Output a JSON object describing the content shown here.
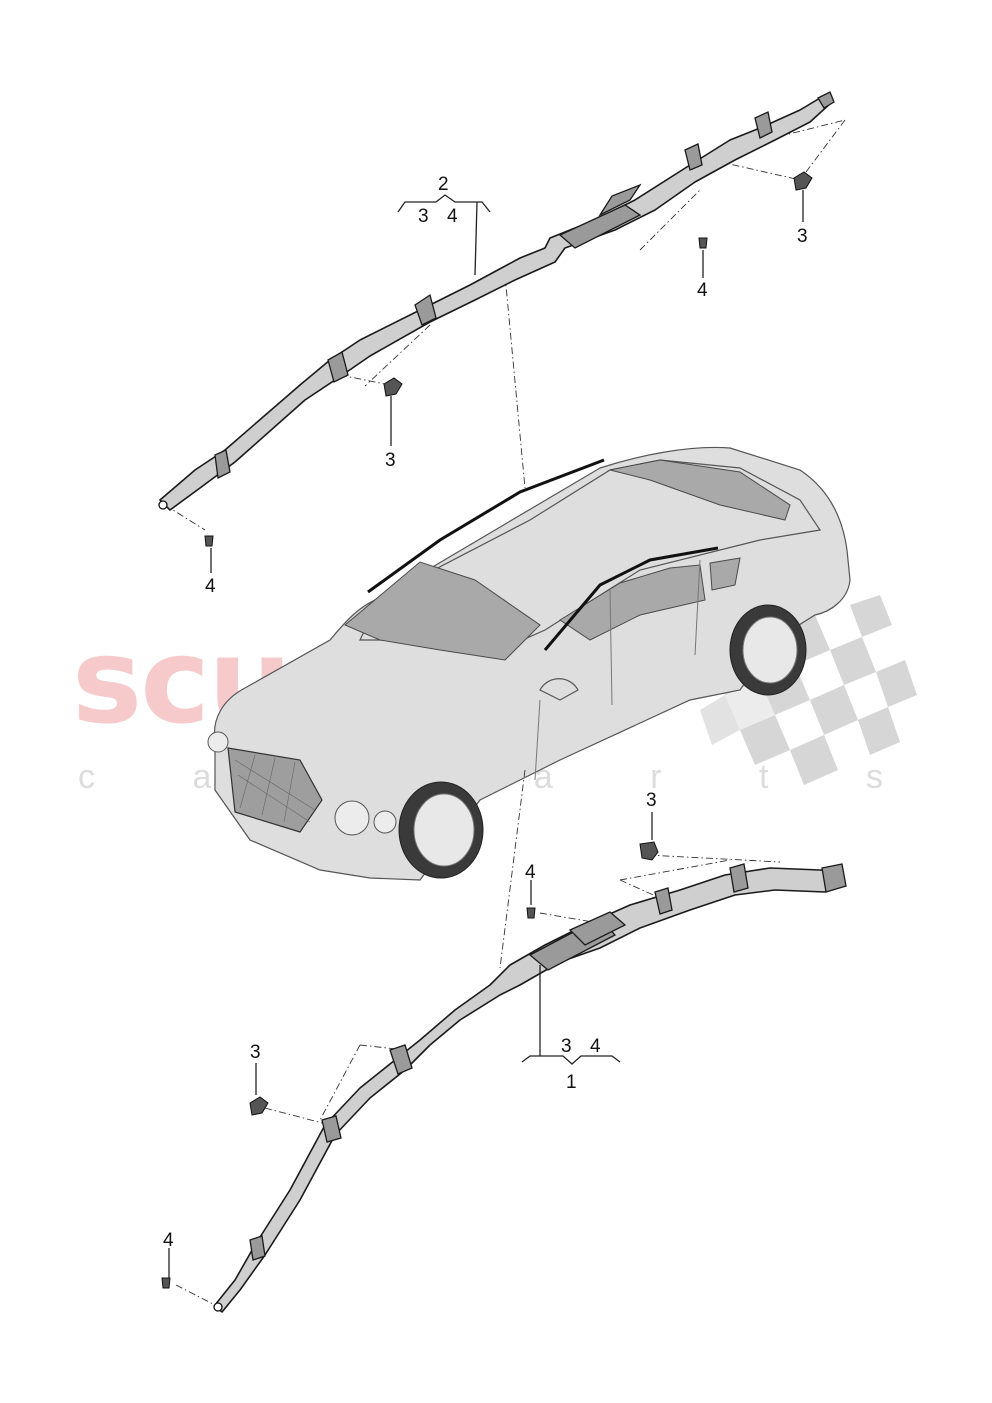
{
  "watermark": {
    "main": "scuderia",
    "sub": "c a r p a r t s",
    "main_color": "#f6caca",
    "sub_color": "#dcdcdc"
  },
  "callouts": {
    "upper_group_top": "2",
    "upper_group_left": "3",
    "upper_group_right": "4",
    "upper_clip_right": "3",
    "upper_bolt_right": "4",
    "upper_clip_left": "3",
    "upper_bolt_left": "4",
    "lower_clip_top": "3",
    "lower_bolt_mid": "4",
    "lower_group_left": "3",
    "lower_group_right": "4",
    "lower_group_bottom": "1",
    "lower_clip_left": "3",
    "lower_bolt_left": "4"
  },
  "icons": {
    "checkered_flag": "checkered-flag-icon"
  }
}
